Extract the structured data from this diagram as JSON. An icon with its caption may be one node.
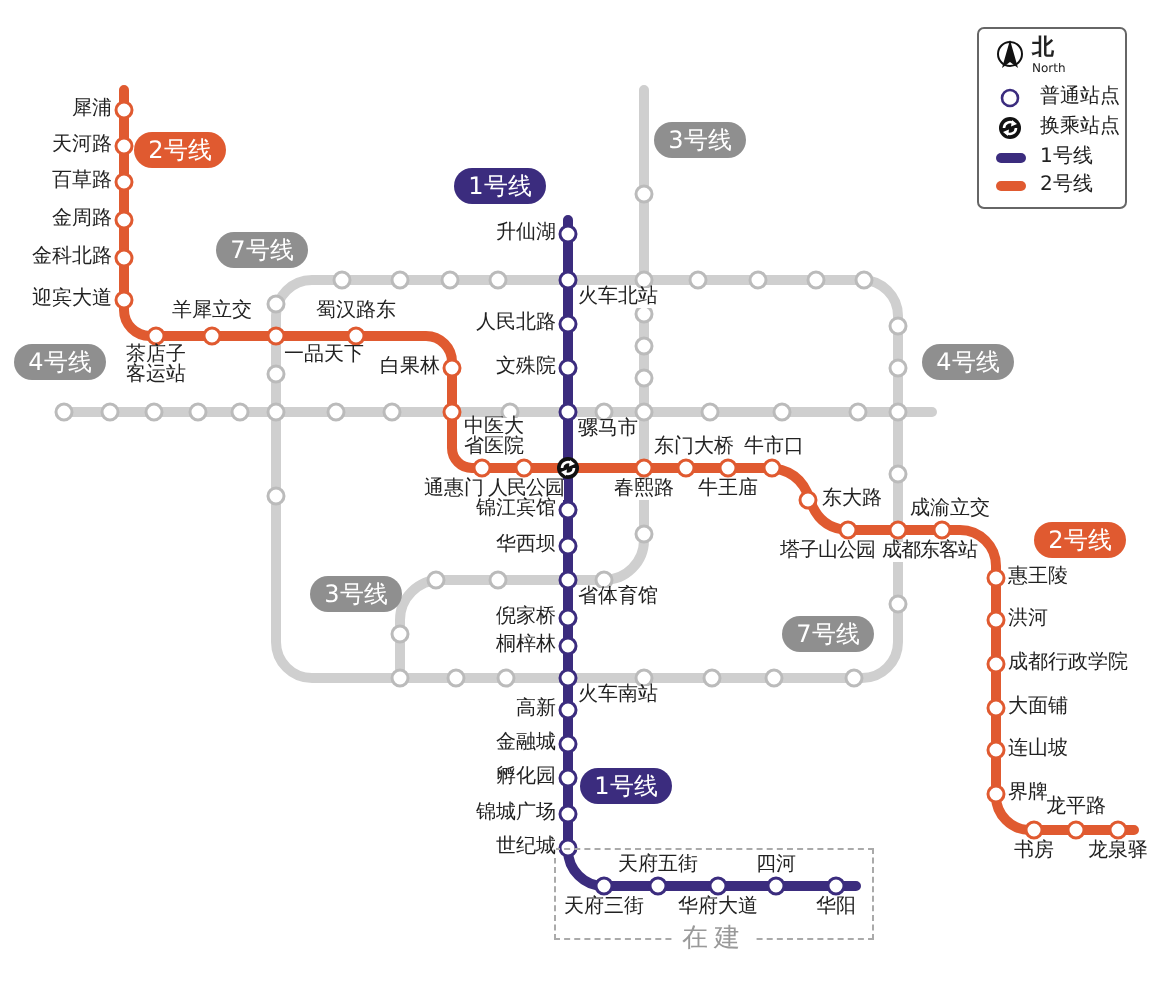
{
  "diagram": {
    "nodes": [
      {
        "text": [
          "3号线"
        ]
      },
      {
        "text": [
          "2号线"
        ]
      },
      {
        "text": [
          "1号线"
        ]
      },
      {
        "text": [
          "7号线"
        ]
      },
      {
        "text": [
          "4号线"
        ]
      },
      {
        "text": [
          "4号线"
        ]
      },
      {
        "text": [
          "2号线"
        ]
      },
      {
        "text": [
          "3号线"
        ]
      },
      {
        "text": [
          "7号线"
        ]
      },
      {
        "text": [
          "1号线"
        ]
      },
      {
        "text": [
          "在建"
        ]
      }
    ],
    "labels": [
      "犀浦",
      "天河路",
      "百草路",
      "金周路",
      "金科北路",
      "迎宾大道",
      "茶店子客运站",
      "羊犀立交",
      "一品天下",
      "蜀汉路东",
      "白果林",
      "中医大省医院",
      "通惠门",
      "人民公园",
      "东门大桥",
      "春熙路",
      "牛王庙",
      "牛市口",
      "东大路",
      "塔子山公园",
      "成都东客站",
      "成渝立交",
      "惠王陵",
      "洪河",
      "成都行政学院",
      "大面铺",
      "连山坡",
      "界牌",
      "书房",
      "龙平路",
      "龙泉驿",
      "升仙湖",
      "火车北站",
      "人民北路",
      "文殊院",
      "骡马市",
      "锦江宾馆",
      "华西坝",
      "省体育馆",
      "倪家桥",
      "桐梓林",
      "火车南站",
      "高新",
      "金融城",
      "孵化园",
      "锦城广场",
      "世纪城",
      "天府三街",
      "天府五街",
      "华府大道",
      "四河",
      "华阳",
      "北",
      "North"
    ],
    "legend": [
      {
        "text": "普通站点"
      },
      {
        "text": "换乘站点"
      },
      {
        "text": "1号线",
        "color": "#3b2c7e"
      },
      {
        "text": "2号线",
        "color": "#e05a30"
      }
    ]
  }
}
